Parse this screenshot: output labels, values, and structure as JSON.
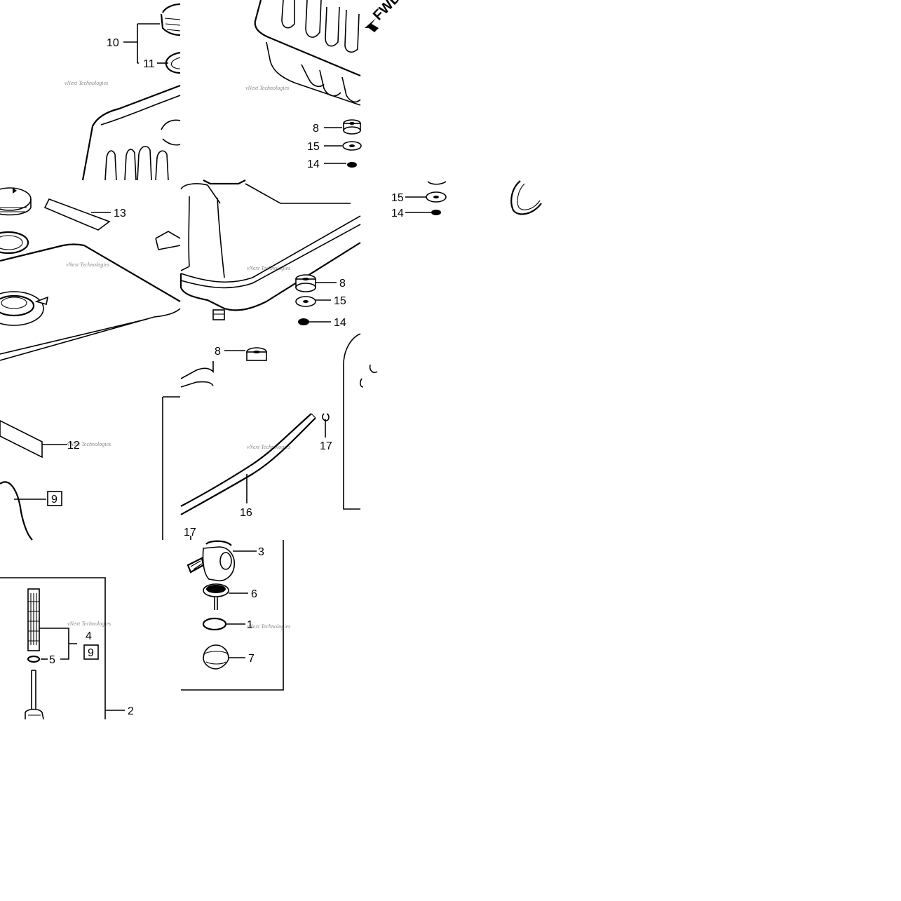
{
  "diagram": {
    "watermark": "vNext Technologies",
    "direction_label": "FWD",
    "callouts": [
      {
        "id": "c10",
        "text": "10"
      },
      {
        "id": "c11",
        "text": "11"
      },
      {
        "id": "c8a",
        "text": "8"
      },
      {
        "id": "c15a",
        "text": "15"
      },
      {
        "id": "c14a",
        "text": "14"
      },
      {
        "id": "c13",
        "text": "13"
      },
      {
        "id": "c15b",
        "text": "15"
      },
      {
        "id": "c14b",
        "text": "14"
      },
      {
        "id": "c8b",
        "text": "8"
      },
      {
        "id": "c15c",
        "text": "15"
      },
      {
        "id": "c14c",
        "text": "14"
      },
      {
        "id": "c8c",
        "text": "8"
      },
      {
        "id": "c12",
        "text": "12"
      },
      {
        "id": "c17a",
        "text": "17"
      },
      {
        "id": "c9a",
        "text": "9"
      },
      {
        "id": "c16",
        "text": "16"
      },
      {
        "id": "c17b",
        "text": "17"
      },
      {
        "id": "c3",
        "text": "3"
      },
      {
        "id": "c6",
        "text": "6"
      },
      {
        "id": "c4",
        "text": "4"
      },
      {
        "id": "c1",
        "text": "1"
      },
      {
        "id": "c9b",
        "text": "9"
      },
      {
        "id": "c5",
        "text": "5"
      },
      {
        "id": "c7",
        "text": "7"
      },
      {
        "id": "c2",
        "text": "2"
      }
    ]
  }
}
